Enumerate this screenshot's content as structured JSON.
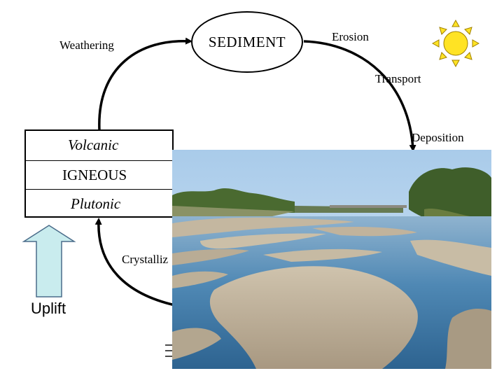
{
  "diagram": {
    "center_node": "SEDIMENT",
    "igneous": {
      "volcanic": "Volcanic",
      "main": "IGNEOUS",
      "plutonic": "Plutonic"
    },
    "processes": {
      "weathering": "Weathering",
      "erosion": "Erosion",
      "transport": "Transport",
      "deposition": "Deposition",
      "crystallization": "Crystalliz"
    },
    "uplift": "Uplift"
  },
  "photo": {
    "subject": "braided river with sandbars",
    "colors": {
      "sky": "#bcd8f0",
      "water": "#3e79a6",
      "sand": "#b9ab94",
      "trees": "#3f5e2a"
    }
  },
  "icons": {
    "sun": "sun-icon",
    "uplift_arrow": "up-arrow-icon"
  },
  "colors": {
    "sun_fill": "#ffe324",
    "uplift_arrow_fill": "#c9ecee"
  }
}
